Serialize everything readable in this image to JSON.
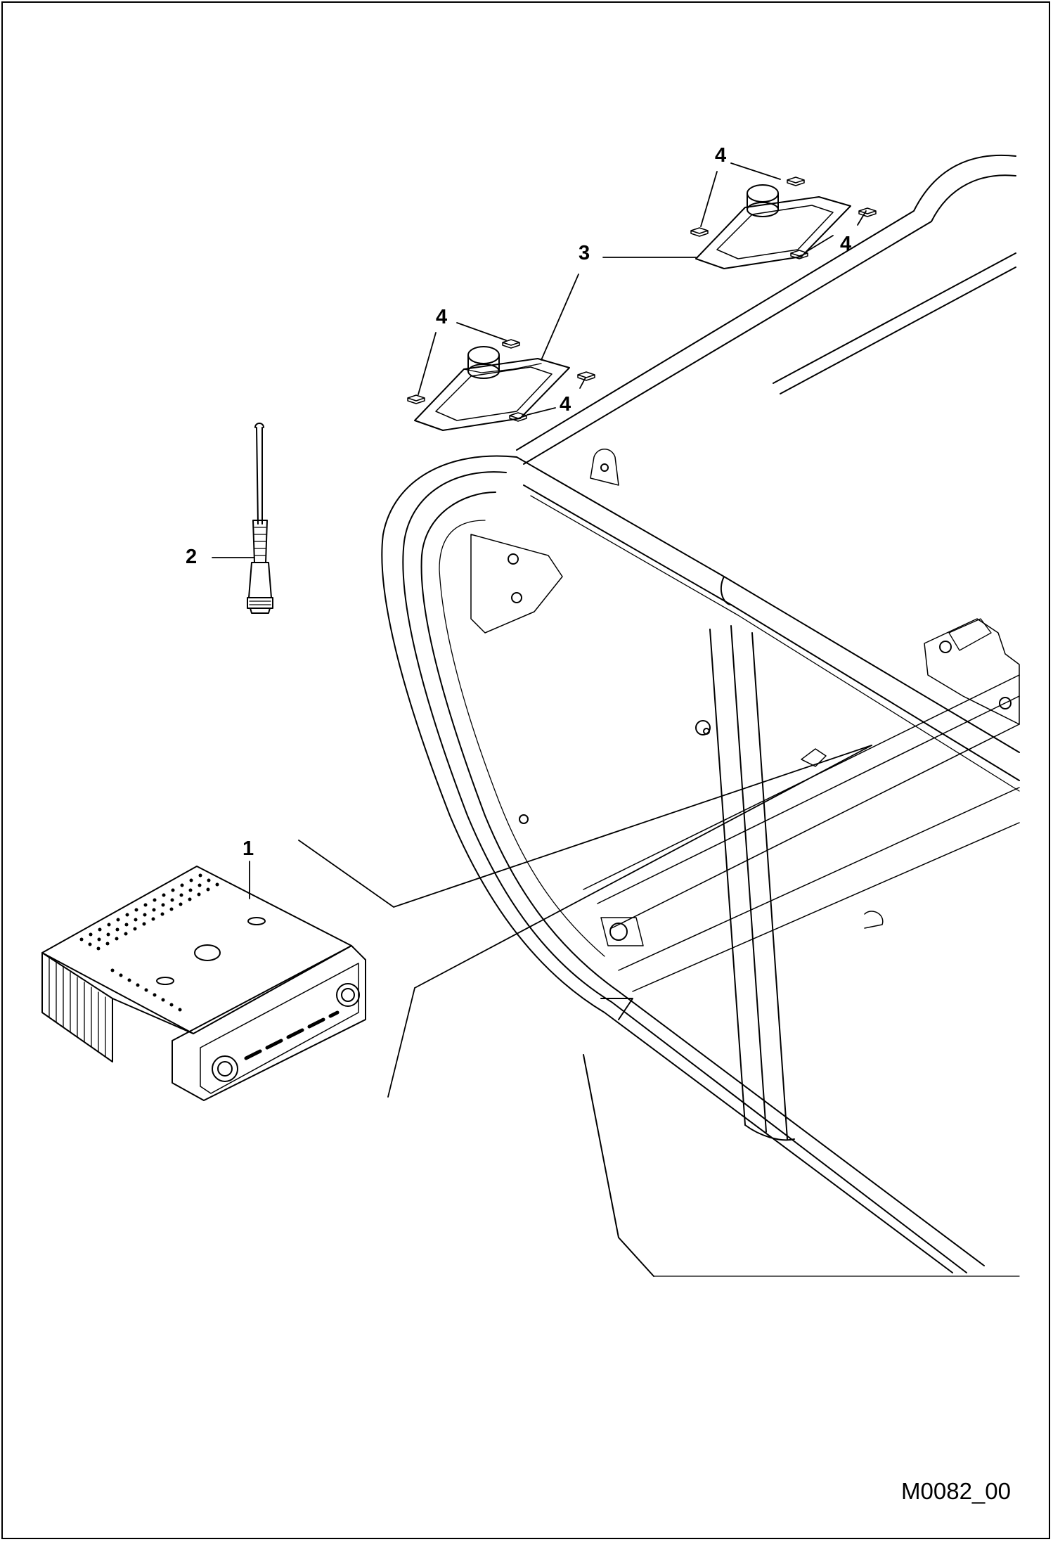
{
  "drawing": {
    "number": "M0082_00",
    "callouts": {
      "radio": "1",
      "antenna": "2",
      "speaker": "3",
      "clip_a": "4",
      "clip_b": "4",
      "clip_c": "4",
      "clip_d": "4"
    }
  }
}
